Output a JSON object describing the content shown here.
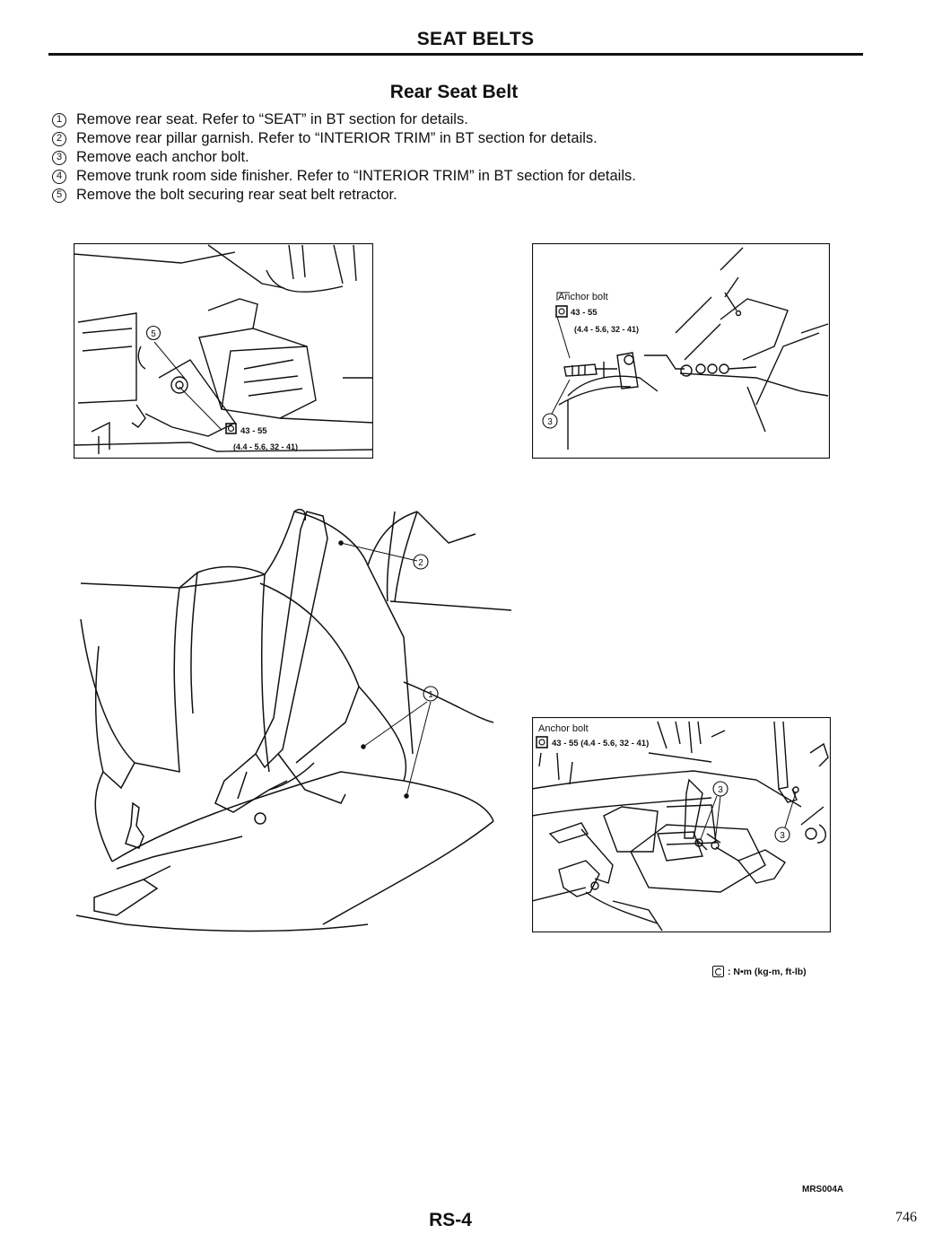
{
  "header": {
    "section_title": "SEAT BELTS"
  },
  "procedure": {
    "title": "Rear Seat Belt",
    "steps": [
      {
        "num": "1",
        "text": "Remove rear seat. Refer to “SEAT” in BT section for details."
      },
      {
        "num": "2",
        "text": "Remove rear pillar garnish. Refer to “INTERIOR TRIM” in BT section for details."
      },
      {
        "num": "3",
        "text": "Remove each anchor bolt."
      },
      {
        "num": "4",
        "text": "Remove trunk room side finisher. Refer to “INTERIOR TRIM” in BT section for details."
      },
      {
        "num": "5",
        "text": "Remove the bolt securing rear seat belt retractor."
      }
    ]
  },
  "figures": {
    "retractor": {
      "callout": "5",
      "torque": "43 - 55",
      "torque_alt": "(4.4 - 5.6, 32 - 41)"
    },
    "anchor_side": {
      "label": "Anchor bolt",
      "torque": "43 - 55",
      "torque_alt": "(4.4 - 5.6, 32 - 41)",
      "callout": "3"
    },
    "seat_overview": {
      "callout_pillar": "2",
      "callout_seat": "1"
    },
    "anchor_floor": {
      "label": "Anchor bolt",
      "torque": "43 - 55 (4.4 - 5.6, 32 - 41)",
      "callout_a": "3",
      "callout_b": "3"
    },
    "legend": {
      "unit_text": ": N•m (kg-m, ft-lb)"
    },
    "figure_code": "MRS004A"
  },
  "footer": {
    "page_label": "RS-4",
    "page_number": "746"
  }
}
